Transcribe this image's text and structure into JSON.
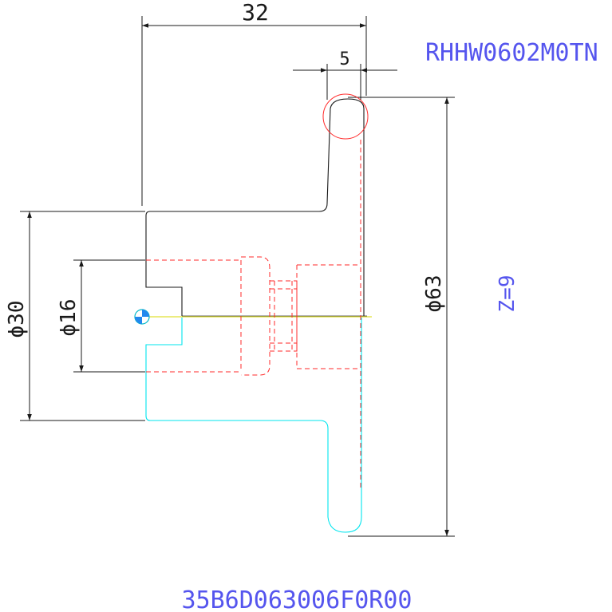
{
  "drawing": {
    "insert_code": "RHHW0602M0TN",
    "part_code": "35B6D063006F0R00",
    "teeth": "Z=9"
  },
  "dimensions": {
    "width_overall": "32",
    "insert_width": "5",
    "cutter_diameter": "ϕ63",
    "bore_diameter": "ϕ16",
    "hub_diameter": "ϕ30"
  },
  "colors": {
    "outline_top": "#1a1a1a",
    "outline_bottom": "#00e5ee",
    "hidden": "#ff2a2a",
    "dimension": "#1a1a1a",
    "annotation": "#5555ee",
    "centerline": "#d8d800"
  }
}
